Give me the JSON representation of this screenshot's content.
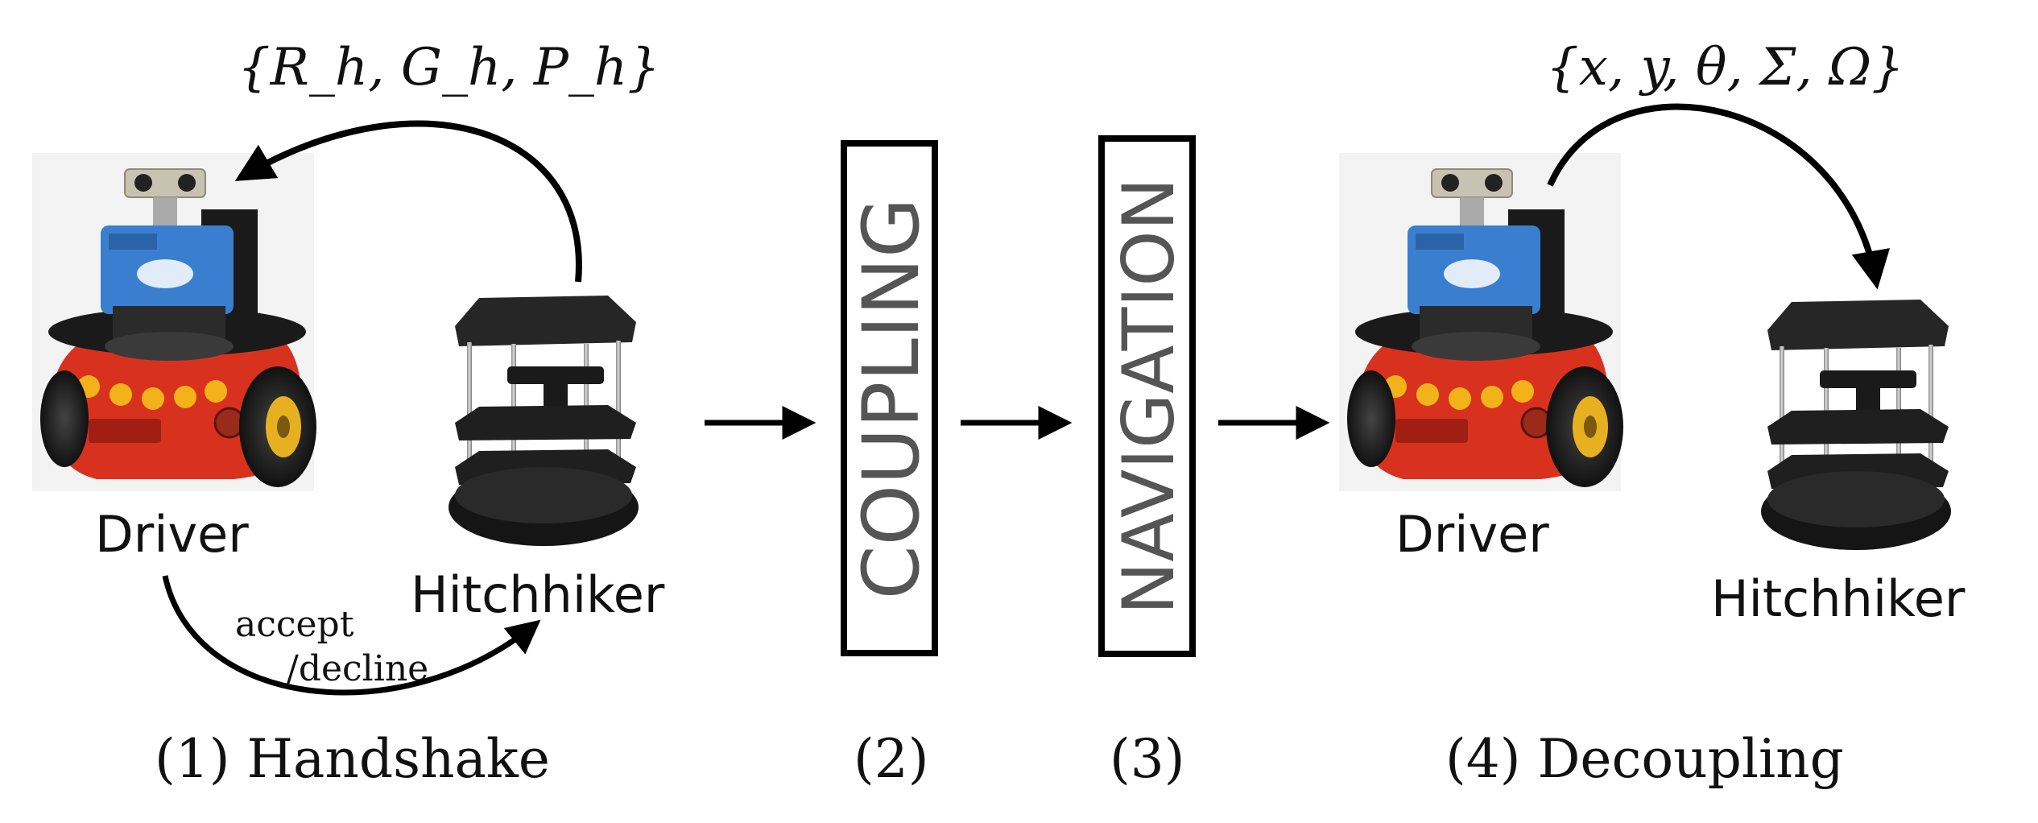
{
  "stages": {
    "handshake": {
      "caption": "(1) Handshake",
      "message_math": "{R_h, G_h, P_h}",
      "reply_line1": "accept",
      "reply_line2": "/decline",
      "driver_label": "Driver",
      "hitchhiker_label": "Hitchhiker"
    },
    "coupling": {
      "caption": "(2)",
      "box_text": "COUPLING"
    },
    "navigation": {
      "caption": "(3)",
      "box_text": "NAVIGATION"
    },
    "decoupling": {
      "caption": "(4) Decoupling",
      "message_math": "{x, y, θ, Σ, Ω}",
      "driver_label": "Driver",
      "hitchhiker_label": "Hitchhiker"
    }
  },
  "colors": {
    "driver_body_red": "#d8321f",
    "driver_bumper_yellow": "#f2b21a",
    "laser_blue": "#3a7fcf",
    "robot_black": "#1a1a1a",
    "wheel_yellow": "#e6b020"
  }
}
